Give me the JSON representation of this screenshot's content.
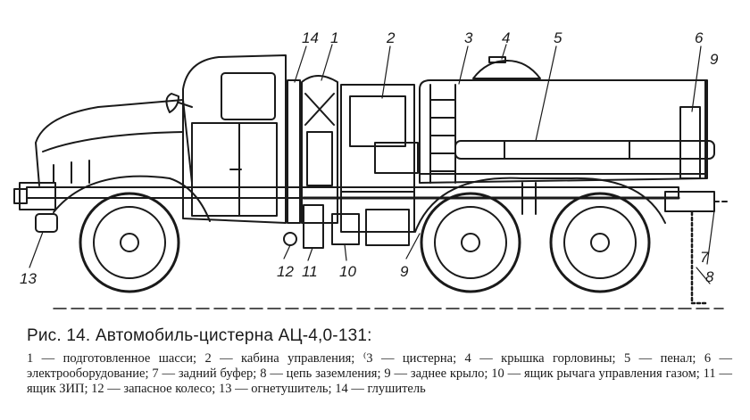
{
  "figure": {
    "callouts": [
      "14",
      "1",
      "2",
      "3",
      "4",
      "5",
      "6",
      "9",
      "13",
      "12",
      "11",
      "10",
      "9",
      "7",
      "8"
    ]
  },
  "caption": {
    "title": "Рис. 14. Автомобиль-цистерна АЦ-4,0-131:",
    "legend": "1 — подготовленное шасси; 2 — кабина управления; ⁽3 — цистерна; 4 — крышка горловины; 5 — пенал; 6 — электрооборудование; 7 — задний буфер; 8 — цепь заземления; 9 — заднее крыло; 10 — ящик рычага управления газом; 11 — ящик ЗИП; 12 — запасное колесо; 13 — огнетушитель; 14 — глушитель"
  }
}
